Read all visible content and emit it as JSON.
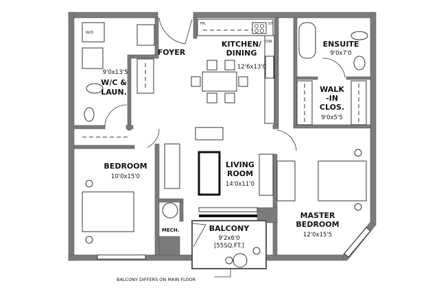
{
  "rooms": {
    "foyer": {
      "name": "FOYER"
    },
    "kitchen": {
      "name_line1": "KITCHEN/",
      "name_line2": "DINING",
      "size": "12'6x13'0"
    },
    "ensuite": {
      "name": "ENSUITE",
      "size": "9'0x7'0"
    },
    "wc": {
      "size": "9'0x13'5",
      "name_line1": "W/C &",
      "name_line2": "LAUN."
    },
    "closet": {
      "name_line1": "WALK",
      "name_line2": "-IN",
      "name_line3": "CLOS.",
      "size": "9'0x5'5"
    },
    "bedroom": {
      "name": "BEDROOM",
      "size": "10'0x15'0"
    },
    "living": {
      "name_line1": "LIVING",
      "name_line2": "ROOM",
      "size": "14'0x11'0"
    },
    "master": {
      "name_line1": "MASTER",
      "name_line2": "BEDROOM",
      "size": "12'0x15'5"
    },
    "mech": {
      "name": "MECH."
    },
    "balcony": {
      "name": "BALCONY",
      "size": "9'2x6'0",
      "area": "[55SQ.FT.]"
    }
  },
  "fixtures": {
    "wd": "W/D",
    "fridge": "FR.",
    "stove": "ST.",
    "dishwasher": "DW."
  },
  "note": "BALCONY DIFFERS ON MAIN FLOOR"
}
